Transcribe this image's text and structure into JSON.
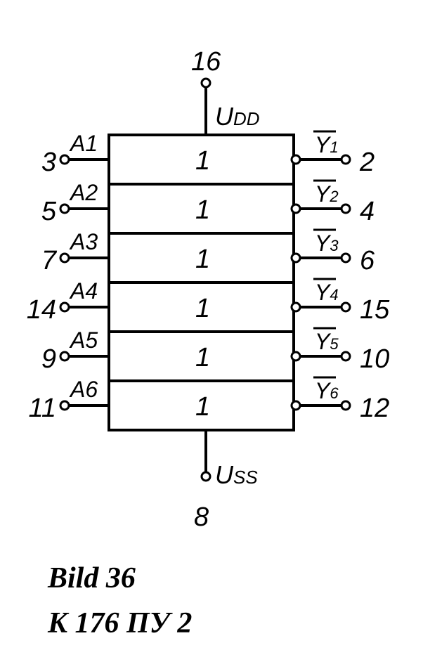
{
  "supply": {
    "top_pin": "16",
    "top_label": "U",
    "top_sub": "DD",
    "bottom_pin": "8",
    "bottom_label": "U",
    "bottom_sub": "SS"
  },
  "gates": [
    {
      "in_label": "A1",
      "in_pin": "3",
      "symbol": "1",
      "out_label": "Y",
      "out_sub": "1",
      "out_pin": "2"
    },
    {
      "in_label": "A2",
      "in_pin": "5",
      "symbol": "1",
      "out_label": "Y",
      "out_sub": "2",
      "out_pin": "4"
    },
    {
      "in_label": "A3",
      "in_pin": "7",
      "symbol": "1",
      "out_label": "Y",
      "out_sub": "3",
      "out_pin": "6"
    },
    {
      "in_label": "A4",
      "in_pin": "14",
      "symbol": "1",
      "out_label": "Y",
      "out_sub": "4",
      "out_pin": "15"
    },
    {
      "in_label": "A5",
      "in_pin": "9",
      "symbol": "1",
      "out_label": "Y",
      "out_sub": "5",
      "out_pin": "10"
    },
    {
      "in_label": "A6",
      "in_pin": "11",
      "symbol": "1",
      "out_label": "Y",
      "out_sub": "6",
      "out_pin": "12"
    }
  ],
  "caption": {
    "line1": "Bild 36",
    "line2": "K 176 ПУ 2"
  }
}
